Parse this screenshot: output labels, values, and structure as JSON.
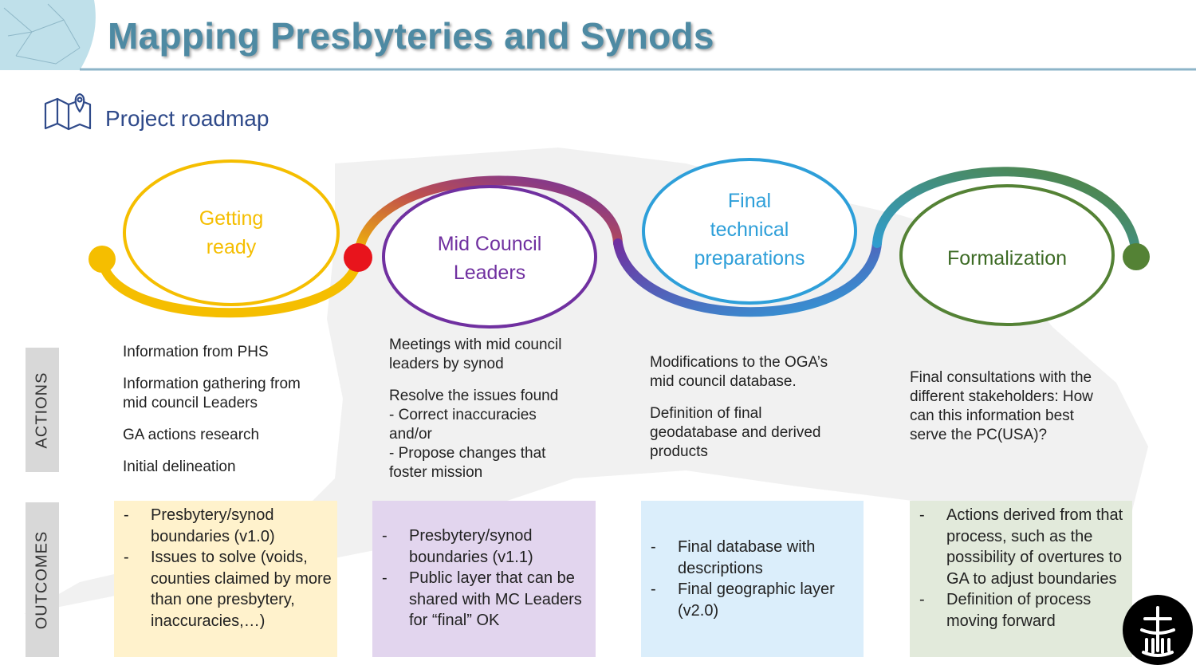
{
  "title": "Mapping Presbyteries and Synods",
  "subtitle": "Project roadmap",
  "side_tabs": {
    "actions": "ACTIONS",
    "outcomes": "OUTCOMES"
  },
  "stages": [
    {
      "name_lines": [
        "Getting",
        "ready"
      ],
      "color": "#f5be00",
      "actions": [
        "Information from PHS",
        "Information gathering from\nmid council Leaders",
        "GA actions research",
        "Initial delineation"
      ],
      "outcomes": [
        "Presbytery/synod boundaries (v1.0)",
        "Issues to solve (voids, counties claimed by more than one presbytery, inaccuracies,…)"
      ],
      "outcome_bg": "#fff2cc"
    },
    {
      "name_lines": [
        "Mid Council",
        "Leaders"
      ],
      "color": "#7030a0",
      "actions": [
        "Meetings with mid council\nleaders by synod",
        "Resolve the issues found\n- Correct inaccuracies\nand/or\n- Propose changes that\nfoster mission"
      ],
      "outcomes": [
        "Presbytery/synod boundaries (v1.1)",
        "Public layer that can be shared with MC Leaders for “final” OK"
      ],
      "outcome_bg": "#e2d5ee"
    },
    {
      "name_lines": [
        "Final",
        "technical",
        "preparations"
      ],
      "color": "#2e9fd9",
      "actions": [
        "Modifications to the OGA’s\nmid council database.",
        "Definition of final\ngeodatabase and derived\nproducts"
      ],
      "outcomes": [
        "Final database with descriptions",
        "Final geographic layer (v2.0)"
      ],
      "outcome_bg": "#dbeefb"
    },
    {
      "name_lines": [
        "Formalization"
      ],
      "color": "#548235",
      "actions": [
        "Final consultations with the\ndifferent stakeholders: How\ncan this information best\nserve the PC(USA)?"
      ],
      "outcomes": [
        "Actions derived from that process, such as the possibility of overtures to GA to adjust boundaries",
        "Definition of process moving forward"
      ],
      "outcome_bg": "#e2eadb"
    }
  ],
  "marker_colors": {
    "start": "#f5be00",
    "transition": "#e8141c",
    "end": "#548235"
  }
}
